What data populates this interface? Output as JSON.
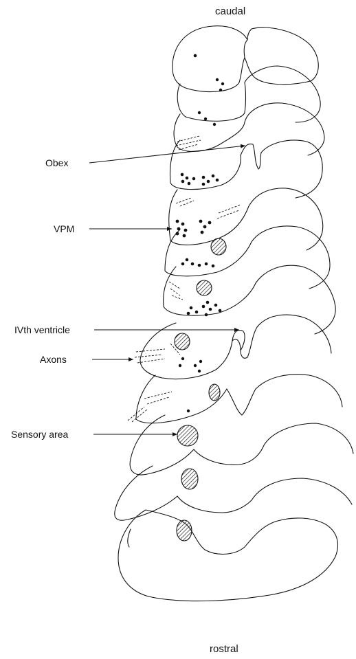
{
  "orientation": {
    "top_label": "caudal",
    "bottom_label": "rostral"
  },
  "labels": {
    "obex": "Obex",
    "vpm": "VPM",
    "ivth_ventricle": "IVth ventricle",
    "axons": "Axons",
    "sensory_area": "Sensory area"
  }
}
